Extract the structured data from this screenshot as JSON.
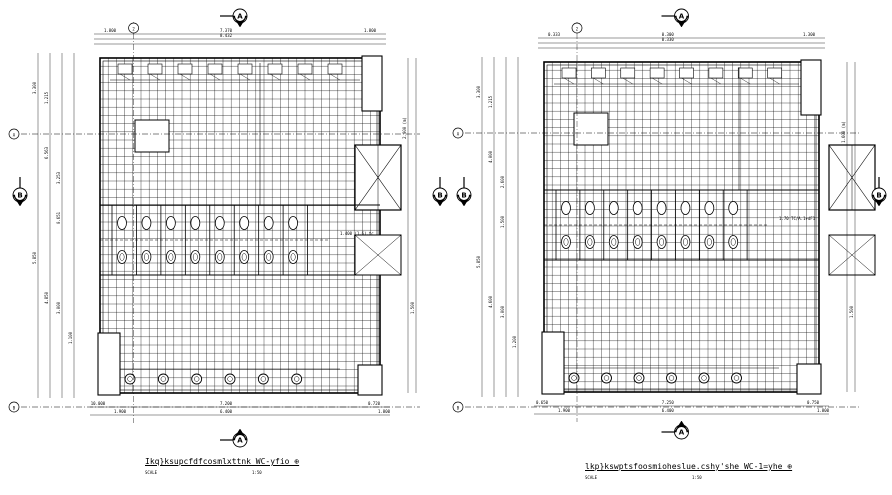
{
  "plans": [
    {
      "id": "left",
      "caption": "Ikq}ksupcfdfcosmlxttnk   WC-yfio ⊕",
      "scale_word": "SCALE",
      "scale_value": "1:50",
      "section_marks": {
        "top": "A",
        "bottom": "A",
        "left": "B",
        "right": "B"
      },
      "grid_refs": {
        "col": "2",
        "rows": [
          "A",
          "B"
        ]
      },
      "top_dims": [
        "1.800",
        "7.370",
        "8.432",
        "1.800"
      ],
      "bottom_dims": [
        "10.000",
        "7.200",
        "0.720",
        "1.900",
        "6.400",
        "1.800"
      ],
      "left_dims": [
        "3.300",
        "1.215",
        "6.563",
        "3.253",
        "0.651",
        "5.850",
        "4.850",
        "3.000",
        "1.100"
      ],
      "notes": [
        "2.000 (m)",
        "1.500",
        "1.400 (1.6).tc"
      ]
    },
    {
      "id": "right",
      "caption": "lkp}kswptsfoosmioheslue.cshy'she   WC-1=yhe ⊕",
      "scale_word": "SCALE",
      "scale_value": "1:50",
      "section_marks": {
        "top": "A",
        "bottom": "A",
        "left": "B",
        "right": "B"
      },
      "grid_refs": {
        "col": "2",
        "rows": [
          "A",
          "B"
        ]
      },
      "top_dims": [
        "0.333",
        "0.300",
        "0.330",
        "1.300"
      ],
      "bottom_dims": [
        "0.650",
        "7.250",
        "0.750",
        "1.900",
        "6.400",
        "1.800"
      ],
      "left_dims": [
        "3.300",
        "1.215",
        "4.000",
        "2.600",
        "1.500",
        "5.850",
        "4.600",
        "3.000",
        "1.200"
      ],
      "notes": [
        "1.600 (m)",
        "1.500",
        "1.70 TC/A.1+dF1"
      ]
    }
  ]
}
